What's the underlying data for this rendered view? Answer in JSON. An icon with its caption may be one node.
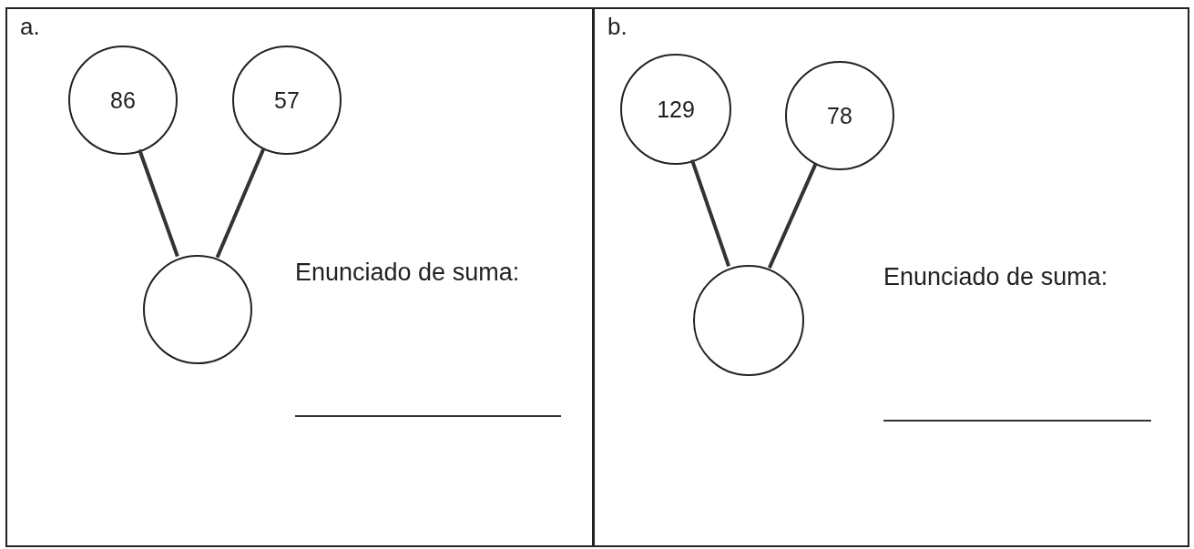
{
  "diagram": {
    "nodes": [
      {
        "text": [
          "a.",
          "Enunciado de suma:"
        ]
      },
      {
        "text": [
          "86"
        ],
        "in": 0
      },
      {
        "text": [
          "57"
        ],
        "in": 0
      },
      {
        "text": [],
        "shape": "circle",
        "in": 0
      },
      {
        "text": [
          "b.",
          "Enunciado de suma:"
        ]
      },
      {
        "text": [
          "129"
        ],
        "in": 4
      },
      {
        "text": [
          "78"
        ],
        "in": 4
      },
      {
        "text": [],
        "shape": "circle",
        "in": 4
      }
    ],
    "edges": [
      {
        "from": 1,
        "to": 3,
        "arrow": "none"
      },
      {
        "from": 2,
        "to": 3,
        "arrow": "none"
      },
      {
        "from": 5,
        "to": 7,
        "arrow": "none"
      },
      {
        "from": 6,
        "to": 7,
        "arrow": "none"
      }
    ]
  }
}
